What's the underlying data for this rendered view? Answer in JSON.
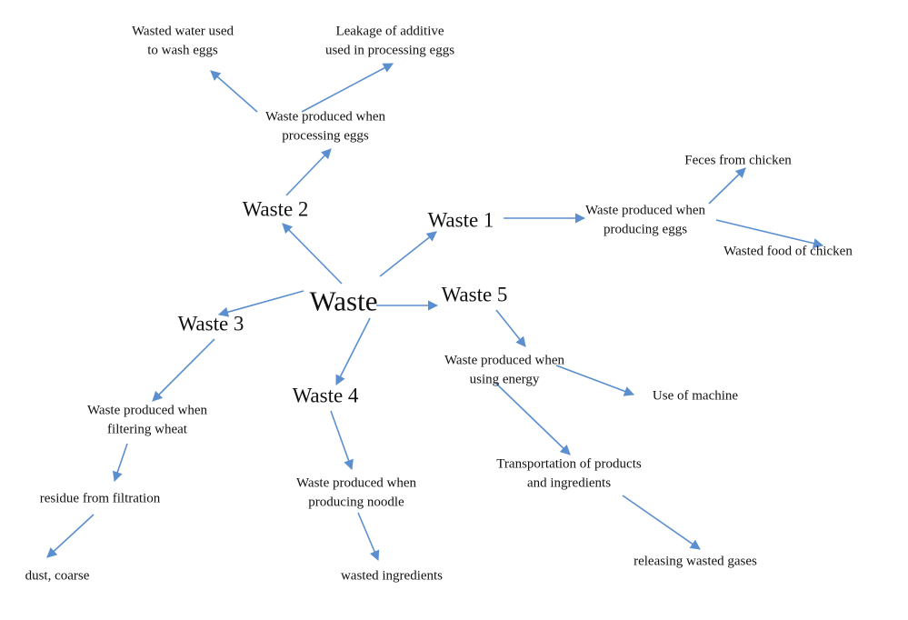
{
  "diagram": {
    "edge_color": "#5b8fcf",
    "root": {
      "label": "Waste"
    },
    "branches": {
      "waste1": {
        "label": "Waste 1"
      },
      "waste2": {
        "label": "Waste 2"
      },
      "waste3": {
        "label": "Waste 3"
      },
      "waste4": {
        "label": "Waste 4"
      },
      "waste5": {
        "label": "Waste 5"
      }
    },
    "nodes": {
      "producing_eggs": {
        "lines": [
          "Waste produced when",
          "producing eggs"
        ]
      },
      "feces": {
        "lines": [
          "Feces from chicken"
        ]
      },
      "wasted_food": {
        "lines": [
          "Wasted food of chicken"
        ]
      },
      "processing_eggs": {
        "lines": [
          "Waste produced when",
          "processing eggs"
        ]
      },
      "wasted_water": {
        "lines": [
          "Wasted water used",
          "to wash eggs"
        ]
      },
      "leakage": {
        "lines": [
          "Leakage of  additive",
          "used in processing eggs"
        ]
      },
      "filtering_wheat": {
        "lines": [
          "Waste produced when",
          "filtering wheat"
        ]
      },
      "residue": {
        "lines": [
          "residue from filtration"
        ]
      },
      "dust": {
        "lines": [
          "dust, coarse"
        ]
      },
      "producing_noodle": {
        "lines": [
          "Waste produced when",
          "producing noodle"
        ]
      },
      "wasted_ingredients": {
        "lines": [
          "wasted ingredients"
        ]
      },
      "using_energy": {
        "lines": [
          "Waste produced when",
          "using energy"
        ]
      },
      "machine": {
        "lines": [
          "Use of machine"
        ]
      },
      "transportation": {
        "lines": [
          "Transportation of products",
          "and ingredients"
        ]
      },
      "gases": {
        "lines": [
          "releasing wasted gases"
        ]
      }
    }
  }
}
